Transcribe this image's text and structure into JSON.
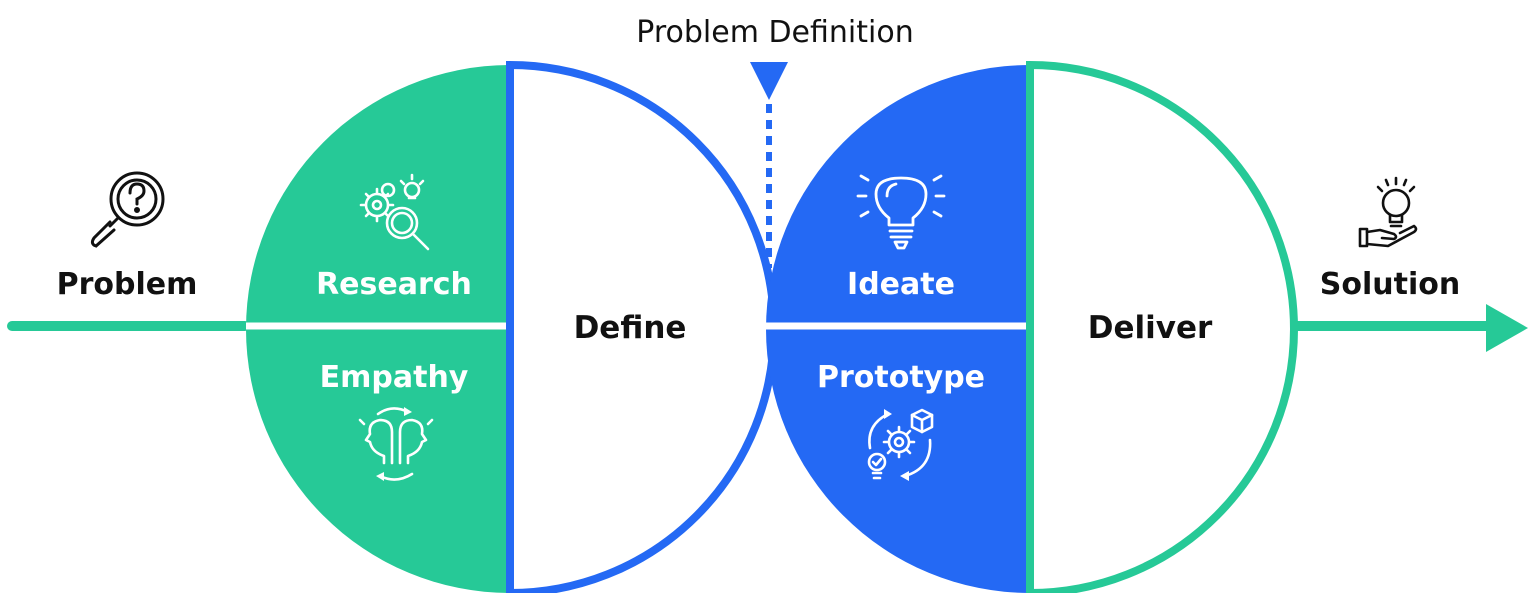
{
  "top_label": "Problem Definition",
  "left_end": {
    "label": "Problem",
    "icon": "magnifier-question-icon"
  },
  "right_end": {
    "label": "Solution",
    "icon": "hand-lightbulb-icon"
  },
  "diamond1": {
    "top_quadrant": {
      "label": "Research",
      "icon": "gears-magnifier-bulb-icon"
    },
    "bottom_quadrant": {
      "label": "Empathy",
      "icon": "two-heads-cycle-icon"
    },
    "half_label": "Define"
  },
  "diamond2": {
    "top_quadrant": {
      "label": "Ideate",
      "icon": "lightbulb-icon"
    },
    "bottom_quadrant": {
      "label": "Prototype",
      "icon": "prototype-cycle-icon"
    },
    "half_label": "Deliver"
  },
  "colors": {
    "green": "#26c997",
    "blue": "#2469f4",
    "text": "#111111",
    "white": "#ffffff"
  }
}
